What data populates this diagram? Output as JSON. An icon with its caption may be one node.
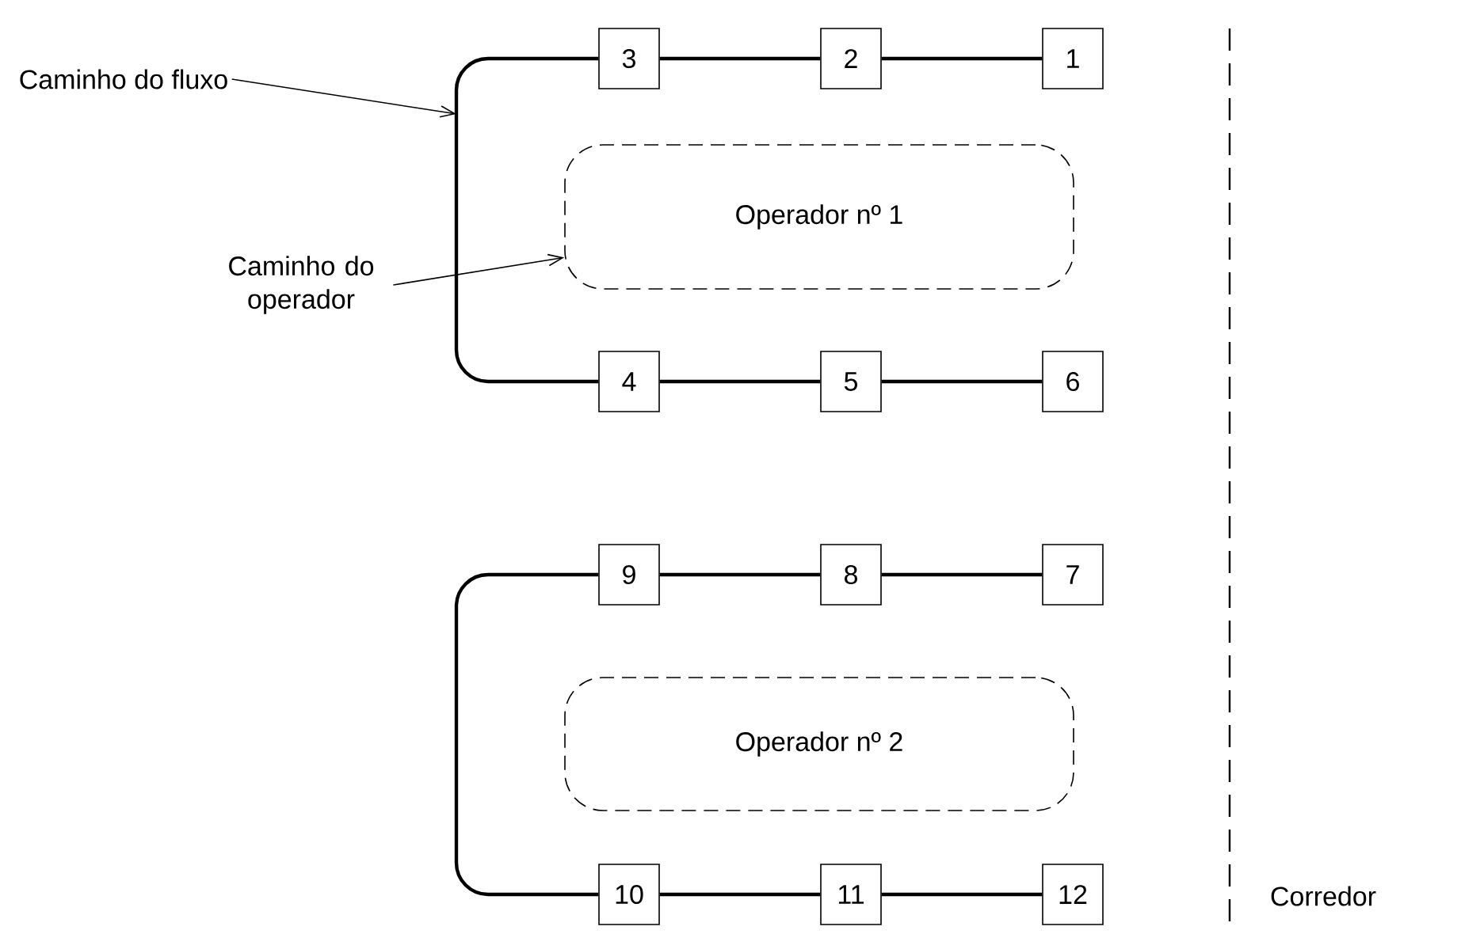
{
  "diagram": {
    "nodes": [
      {
        "text": [
          "1"
        ]
      },
      {
        "text": [
          "2"
        ]
      },
      {
        "text": [
          "3"
        ]
      },
      {
        "text": [
          "4"
        ]
      },
      {
        "text": [
          "5"
        ]
      },
      {
        "text": [
          "6"
        ]
      },
      {
        "text": [
          "7"
        ]
      },
      {
        "text": [
          "8"
        ]
      },
      {
        "text": [
          "9"
        ]
      },
      {
        "text": [
          "10"
        ]
      },
      {
        "text": [
          "11"
        ]
      },
      {
        "text": [
          "12"
        ]
      },
      {
        "text": [
          "Operador nº 1"
        ]
      },
      {
        "text": [
          "Operador nº 2"
        ]
      },
      {
        "text": [
          "Caminho do fluxo"
        ]
      },
      {
        "text": [
          "Caminho do operador"
        ]
      }
    ],
    "edges": [
      {
        "from": 0,
        "to": 1,
        "arrow": "none"
      },
      {
        "from": 1,
        "to": 2,
        "arrow": "none"
      },
      {
        "from": 2,
        "to": 3,
        "arrow": "none"
      },
      {
        "from": 3,
        "to": 4,
        "arrow": "none"
      },
      {
        "from": 4,
        "to": 5,
        "arrow": "none"
      },
      {
        "from": 6,
        "to": 7,
        "arrow": "none"
      },
      {
        "from": 7,
        "to": 8,
        "arrow": "none"
      },
      {
        "from": 8,
        "to": 9,
        "arrow": "none"
      },
      {
        "from": 9,
        "to": 10,
        "arrow": "none"
      },
      {
        "from": 10,
        "to": 11,
        "arrow": "none"
      },
      {
        "from": 14,
        "to": null,
        "arrow": "to"
      },
      {
        "from": 15,
        "to": 12,
        "arrow": "to"
      }
    ],
    "labels": [
      "Corredor"
    ]
  }
}
